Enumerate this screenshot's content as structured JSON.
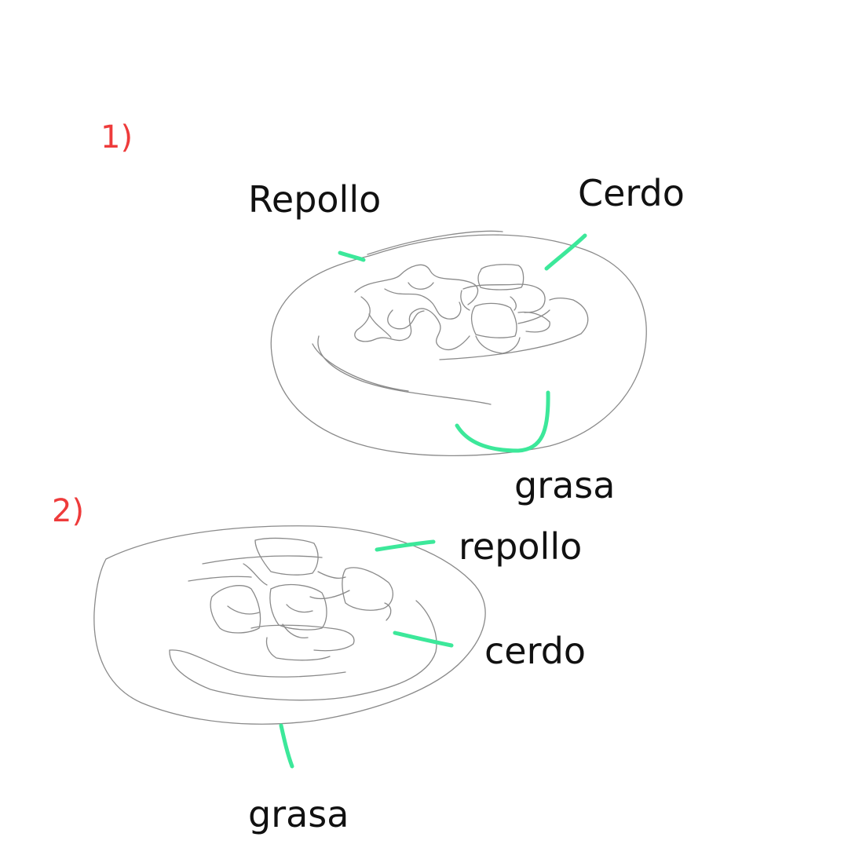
{
  "colors": {
    "background": "#ffffff",
    "sketch": "#8a8a8a",
    "leader": "#3ce89a",
    "label": "#111111",
    "number": "#ee3b3b"
  },
  "diagram1": {
    "number": "1)",
    "labels": {
      "cabbage": "Repollo",
      "pork": "Cerdo",
      "fat": "grasa"
    }
  },
  "diagram2": {
    "number": "2)",
    "labels": {
      "cabbage": "repollo",
      "pork": "cerdo",
      "fat": "grasa"
    }
  }
}
